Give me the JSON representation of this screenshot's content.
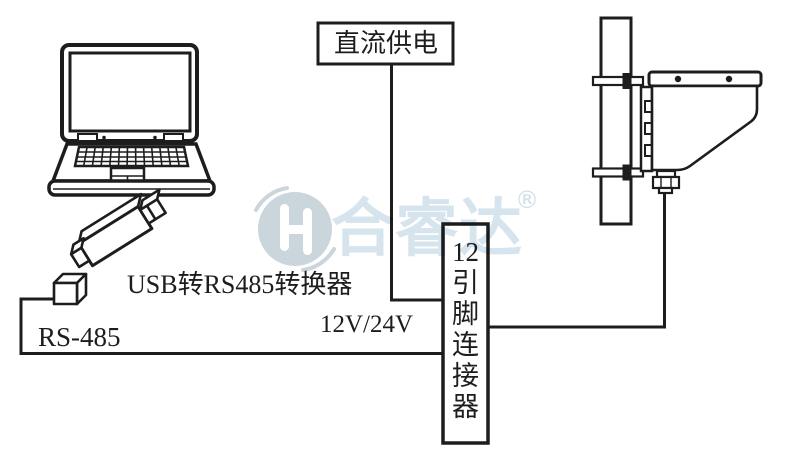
{
  "labels": {
    "dc_power": "直流供电",
    "usb_converter": "USB转RS485转换器",
    "rs485": "RS-485",
    "voltage": "12V/24V"
  },
  "connector_box": {
    "full_text": "12引脚连接器",
    "chars": [
      "12",
      "引",
      "脚",
      "连",
      "接",
      "器"
    ]
  },
  "watermark": {
    "brand": "合睿达",
    "registered": "®",
    "disc_color": "#cbd6dc",
    "text_color": "#d6e4ee"
  },
  "colors": {
    "line": "#1d1d1d",
    "background": "#ffffff"
  }
}
